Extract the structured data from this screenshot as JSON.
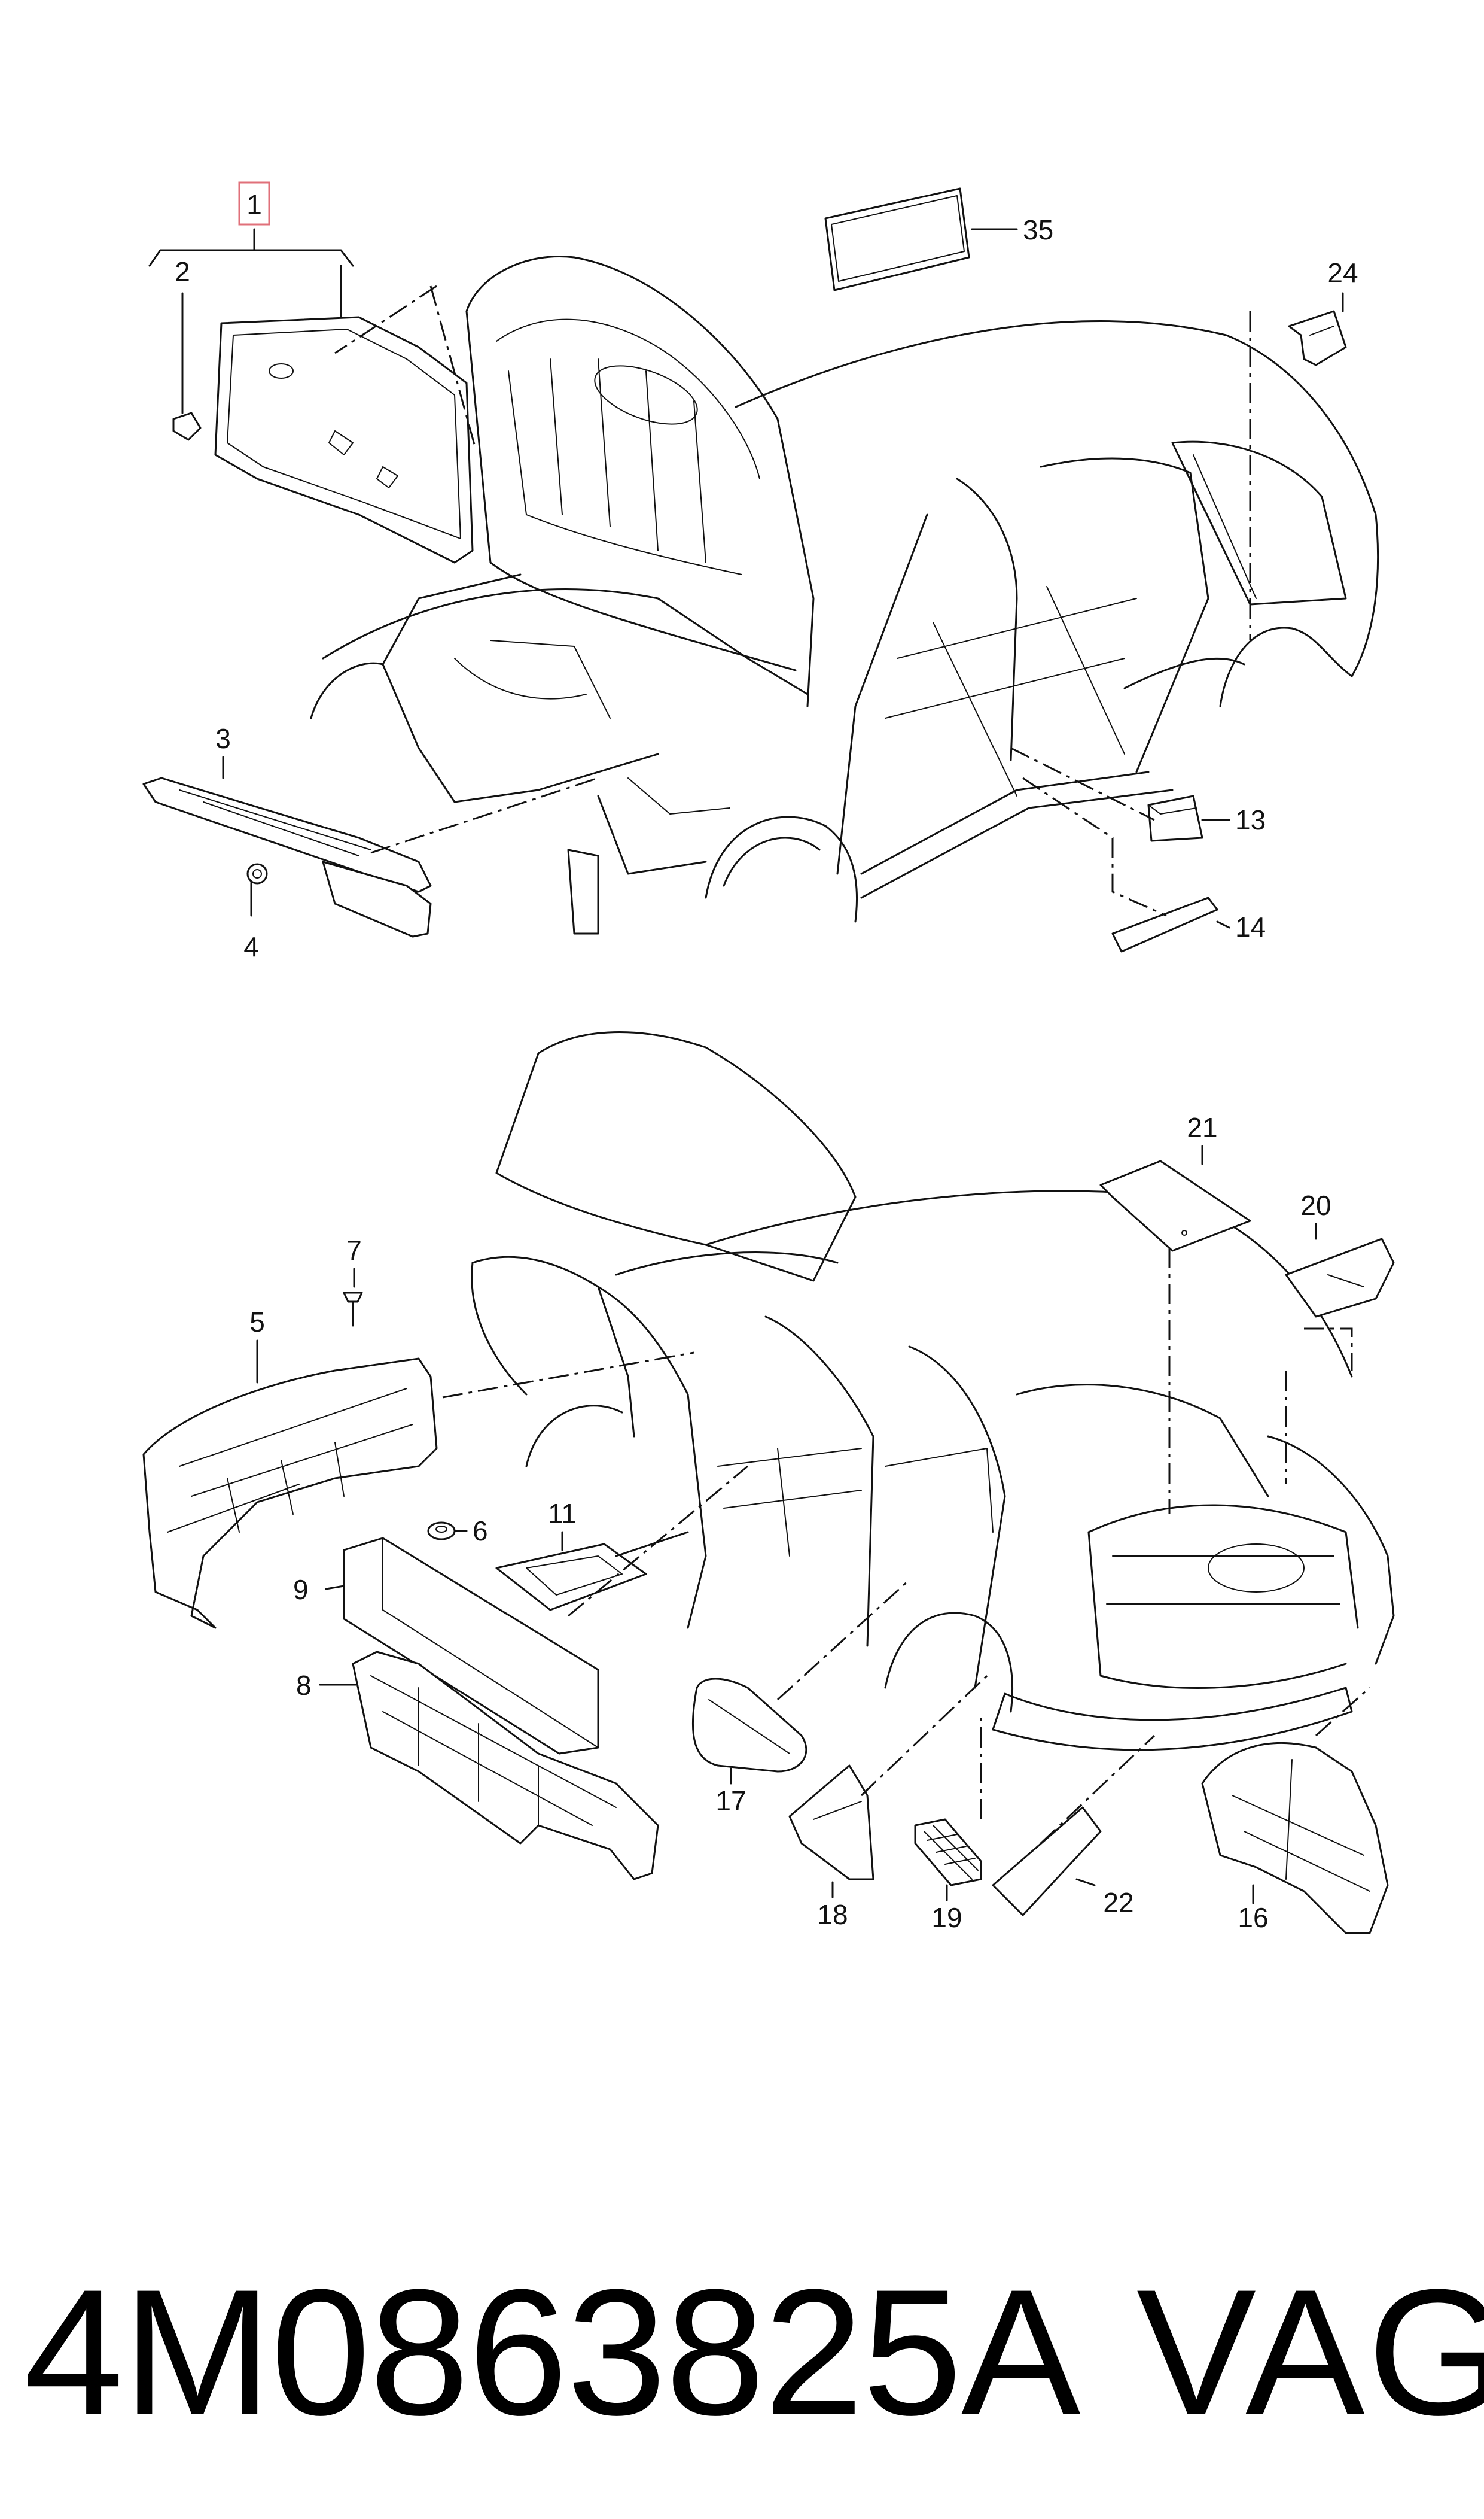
{
  "callouts": {
    "c1": "1",
    "c2": "2",
    "c3": "3",
    "c4": "4",
    "c5": "5",
    "c6": "6",
    "c7": "7",
    "c8": "8",
    "c9": "9",
    "c11": "11",
    "c13": "13",
    "c14": "14",
    "c16": "16",
    "c17": "17",
    "c18": "18",
    "c19": "19",
    "c20": "20",
    "c21": "21",
    "c22": "22",
    "c24": "24",
    "c35": "35"
  },
  "highlighted_callout": "1",
  "highlight_color": "#e0707a",
  "footer": {
    "part_number": "4M0863825A",
    "brand": "VAG"
  }
}
